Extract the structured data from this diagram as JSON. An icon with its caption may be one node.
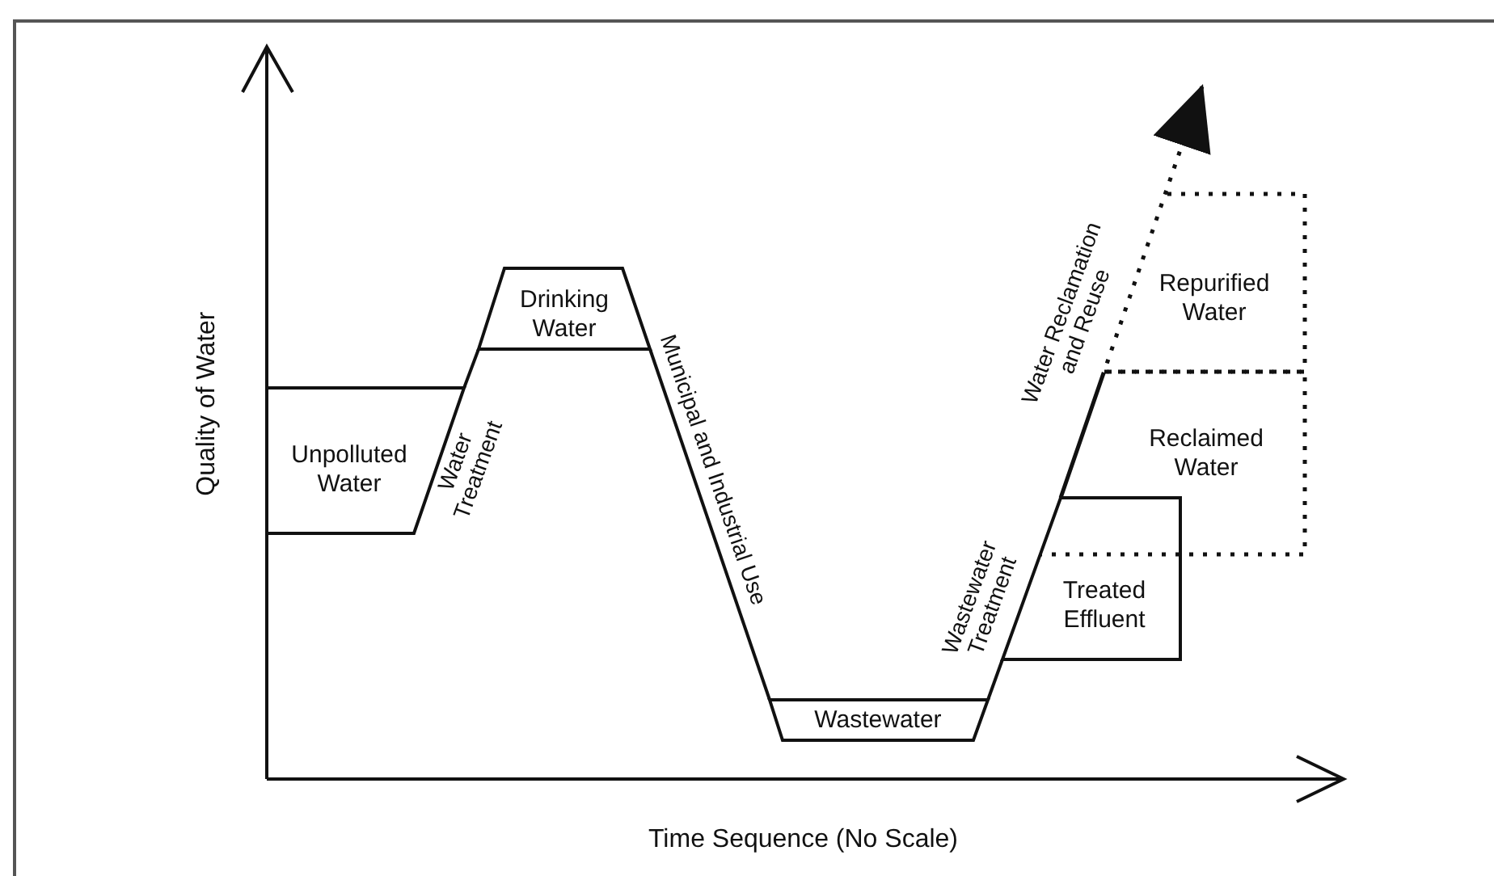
{
  "diagram": {
    "nodes": [
      {
        "text": [
          "Unpolluted Water"
        ]
      },
      {
        "text": [
          "Drinking Water"
        ]
      },
      {
        "text": [
          "Wastewater"
        ]
      },
      {
        "text": [
          "Treated Effluent"
        ]
      },
      {
        "text": [
          "Reclaimed Water"
        ]
      },
      {
        "text": [
          "Repurified Water"
        ]
      }
    ],
    "edges": [
      {
        "from": 0,
        "to": 1,
        "arrow": "none",
        "label": "Water Treatment"
      },
      {
        "from": 1,
        "to": 2,
        "arrow": "none",
        "label": "Municipal and Industrial Use"
      },
      {
        "from": 2,
        "to": 3,
        "arrow": "none",
        "label": "Wastewater Treatment"
      },
      {
        "from": 3,
        "to": null,
        "arrow": "to",
        "label": "Water Reclamation and Reuse",
        "style": "dashed"
      }
    ],
    "labels": [
      "Quality of Water",
      "Time Sequence (No Scale)"
    ]
  }
}
